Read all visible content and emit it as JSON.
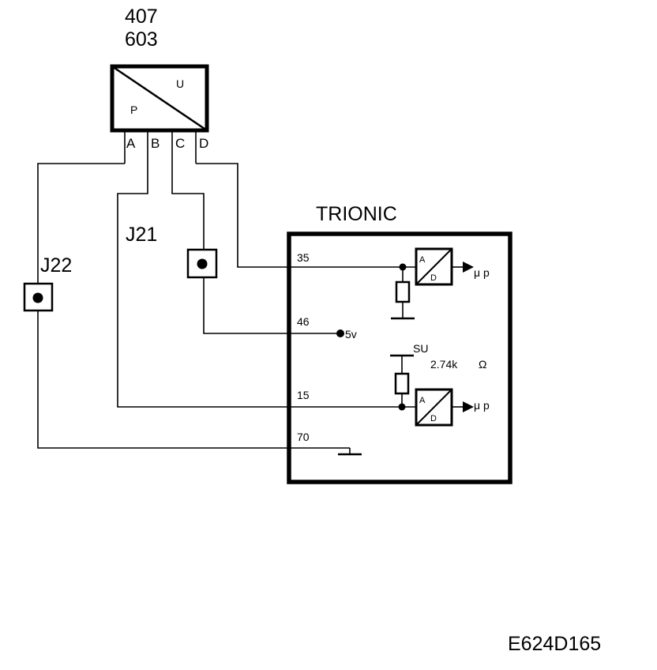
{
  "sensor": {
    "part_numbers": [
      "407",
      "603"
    ],
    "input_letter": "P",
    "output_letter": "U",
    "pins": [
      "A",
      "B",
      "C",
      "D"
    ]
  },
  "connectors": {
    "j22": "J22",
    "j21": "J21"
  },
  "ecu": {
    "title": "TRIONIC",
    "pins": {
      "p35": "35",
      "p46": "46",
      "p15": "15",
      "p70": "70"
    },
    "supply": "5v",
    "su_label": "SU",
    "resistance": "2.74k",
    "ohm": "Ω",
    "adc_in": "A",
    "adc_out": "D",
    "mu_p": "μ p"
  },
  "figure_code": "E624D165"
}
